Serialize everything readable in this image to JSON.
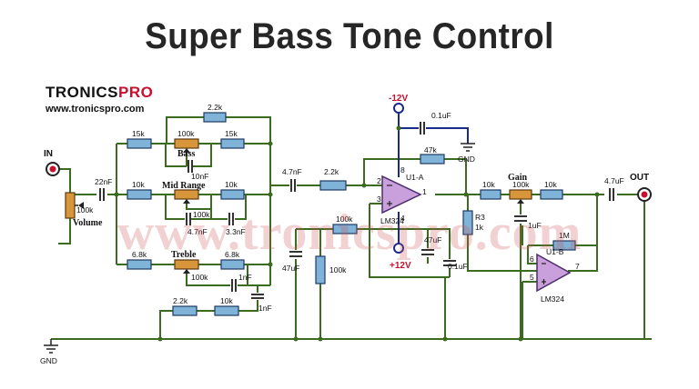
{
  "title": "Super Bass Tone Control",
  "logo": {
    "brand_a": "TRONICS",
    "brand_b": "PRO",
    "url": "www.tronicspro.com"
  },
  "watermark": "www.tronicspro.com",
  "colors": {
    "wire": "#3a6b1e",
    "supply_wire": "#1a2a8a",
    "resistor": "#7fb3d8",
    "potentiometer": "#d9953a",
    "opamp": "#c9a0dc",
    "supply_text": "#c8102e"
  },
  "labels": {
    "in": "IN",
    "out": "OUT",
    "gnd_left": "GND",
    "gnd_top": "GND",
    "vneg": "-12V",
    "vpos": "+12V",
    "bass": "Bass",
    "mid": "Mid Range",
    "treble": "Treble",
    "volume": "Volume",
    "gain": "Gain",
    "u1a": "U1-A",
    "u1b": "U1-B",
    "lm324_a": "LM324",
    "lm324_b": "LM324",
    "pin1": "1",
    "pin2": "2",
    "pin3": "3",
    "pin4": "4",
    "pin5": "5",
    "pin6": "6",
    "pin7": "7",
    "pin8": "8"
  },
  "components": {
    "vol_pot": "100k",
    "c_in": "22nF",
    "r_bass_l": "15k",
    "pot_bass": "100k",
    "r_bass_r": "15k",
    "c_bass": "10nF",
    "r_top": "2.2k",
    "r_mid_l": "10k",
    "pot_mid": "100k",
    "r_mid_r": "10k",
    "c_mid": "4.7nF",
    "c_mid_r": "3.3nF",
    "r_treb_l": "6.8k",
    "pot_treb": "100k",
    "r_treb_r": "6.8k",
    "c_treb": "1nF",
    "c_treb_r": "1nF",
    "r_bot_l": "2.2k",
    "r_bot_r": "10k",
    "c_coupling": "4.7nF",
    "r_series": "2.2k",
    "c_supply_top": "0.1uF",
    "r_fb": "47k",
    "r_bias": "100k",
    "c_bias": "47uF",
    "r_bias_v": "100k",
    "c_pos": "47uF",
    "c_pos2": "0.1uF",
    "r3_name": "R3",
    "r3_val": "1k",
    "r_gain_in": "10k",
    "pot_gain": "100k",
    "r_gain_out": "10k",
    "c_gain": "1uF",
    "r_fb_b": "1M",
    "c_out": "4.7uF"
  }
}
